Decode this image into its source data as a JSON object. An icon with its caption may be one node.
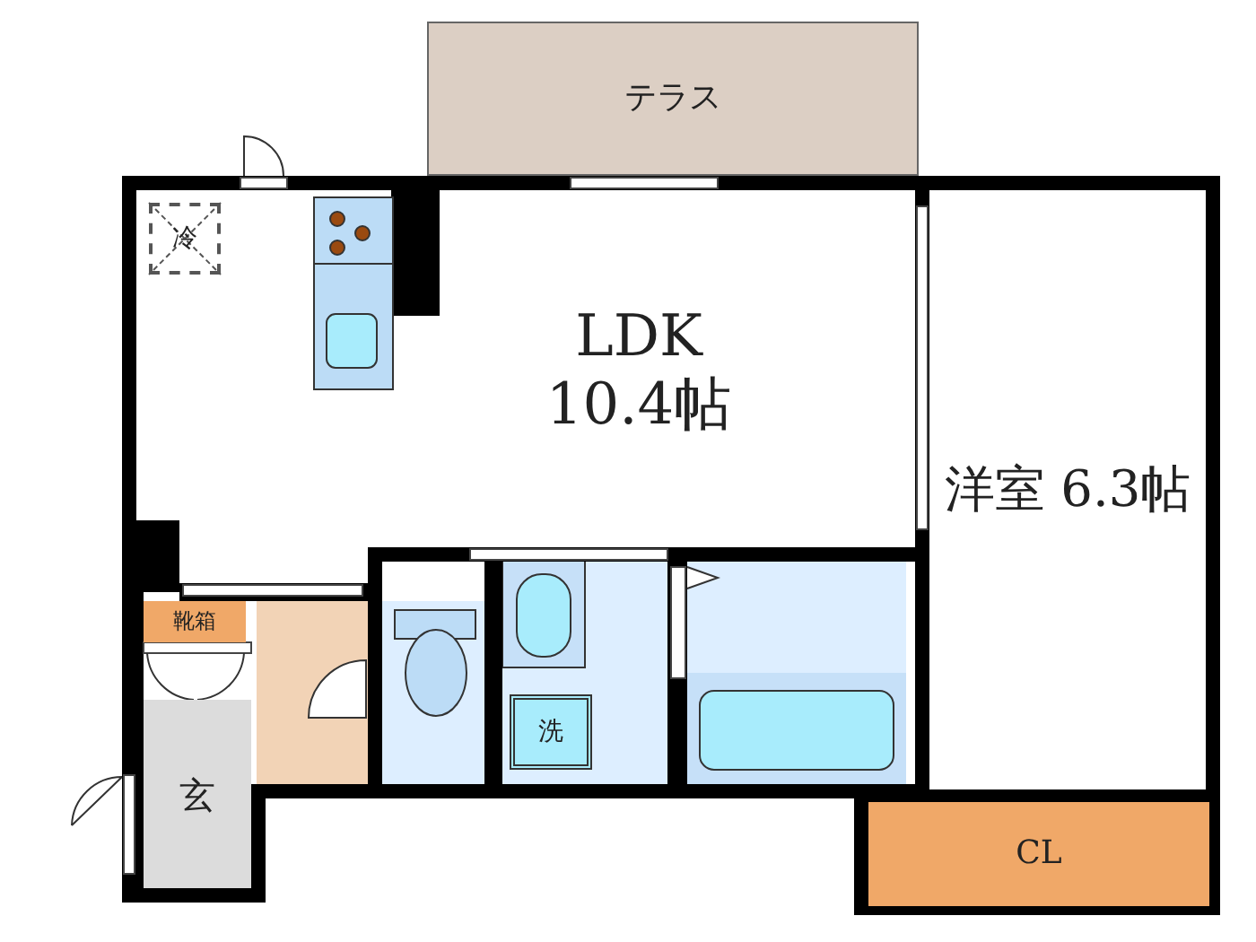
{
  "diagram": {
    "nodes": [
      {
        "text": [
          "テラス"
        ]
      },
      {
        "text": [
          "LDK 10.4帖"
        ]
      },
      {
        "text": [
          "冷"
        ],
        "in": 1
      },
      {
        "text": [
          "洋室 6.3帖"
        ]
      },
      {
        "text": [
          "靴箱"
        ]
      },
      {
        "text": [
          "玄"
        ]
      },
      {
        "text": [
          "洗"
        ]
      },
      {
        "text": [
          "CL"
        ]
      }
    ],
    "edges": []
  }
}
